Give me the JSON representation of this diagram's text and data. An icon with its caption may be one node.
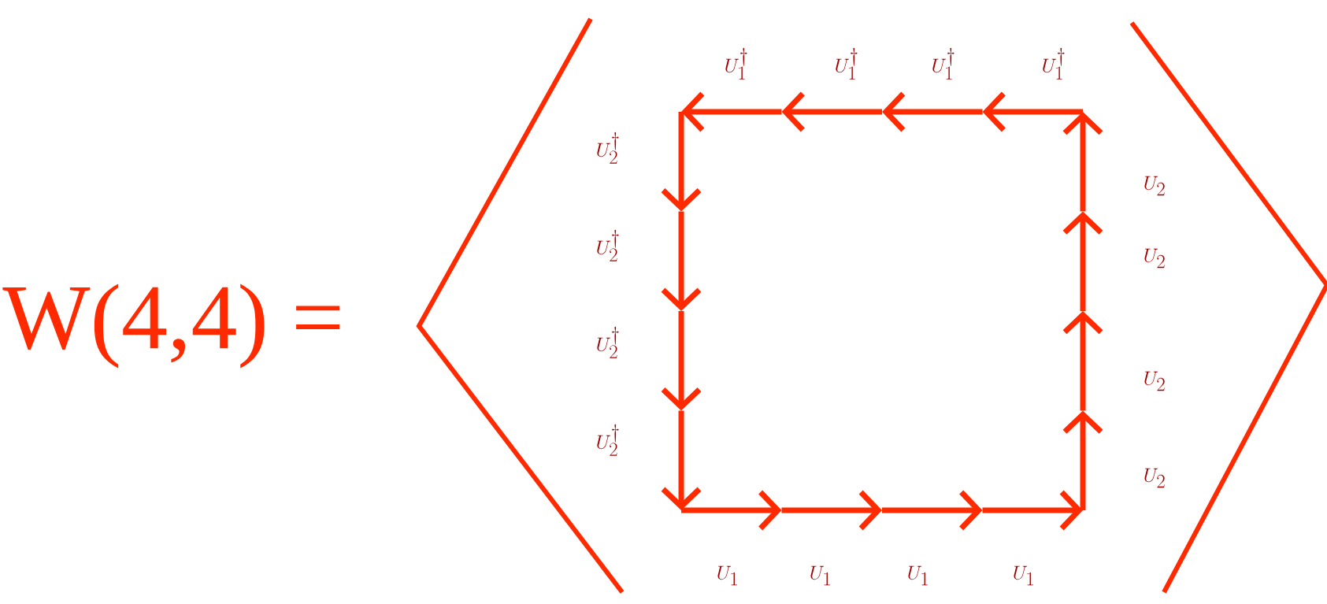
{
  "diagram": {
    "labels": [
      "W(4,4) =",
      "U_1^\\dagger",
      "U_1^\\dagger",
      "U_1^\\dagger",
      "U_1^\\dagger",
      "U_2^\\dagger",
      "U_2^\\dagger",
      "U_2^\\dagger",
      "U_2^\\dagger",
      "U_2",
      "U_2",
      "U_2",
      "U_2",
      "U_1",
      "U_1",
      "U_1",
      "U_1"
    ]
  }
}
